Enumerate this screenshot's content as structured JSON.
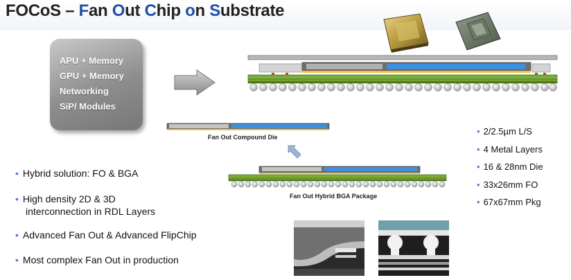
{
  "title": {
    "part1": "FOCoS – ",
    "w1_initial": "F",
    "w1_rest": "an ",
    "w2_initial": "O",
    "w2_rest": "ut ",
    "w3_initial": "C",
    "w3_rest": "hip ",
    "w4_initial": "o",
    "w4_rest": "n ",
    "w5_initial": "S",
    "w5_rest": "ubstrate"
  },
  "applications": [
    "APU + Memory",
    "GPU + Memory",
    "Networking",
    "SiP/ Modules"
  ],
  "captions": {
    "compound_die": "Fan Out Compound Die",
    "hybrid_package": "Fan Out Hybrid BGA Package"
  },
  "bullets": [
    [
      "Hybrid solution: FO & BGA"
    ],
    [
      "High density 2D & 3D",
      "interconnection in RDL Layers"
    ],
    [
      "Advanced Fan Out & Advanced FlipChip"
    ],
    [
      "Most complex Fan Out in production"
    ]
  ],
  "specs": [
    "2/2.5µm L/S",
    "4 Metal Layers",
    "16 & 28nm Die",
    "33x26mm FO",
    "67x67mm Pkg"
  ],
  "bullet_glyph": "•",
  "colors": {
    "title_accent": "#1e4fa8",
    "substrate_green": "#5a9a2e",
    "die_blue": "#3d8fe0",
    "solder_ball": "#d8d8d8"
  }
}
